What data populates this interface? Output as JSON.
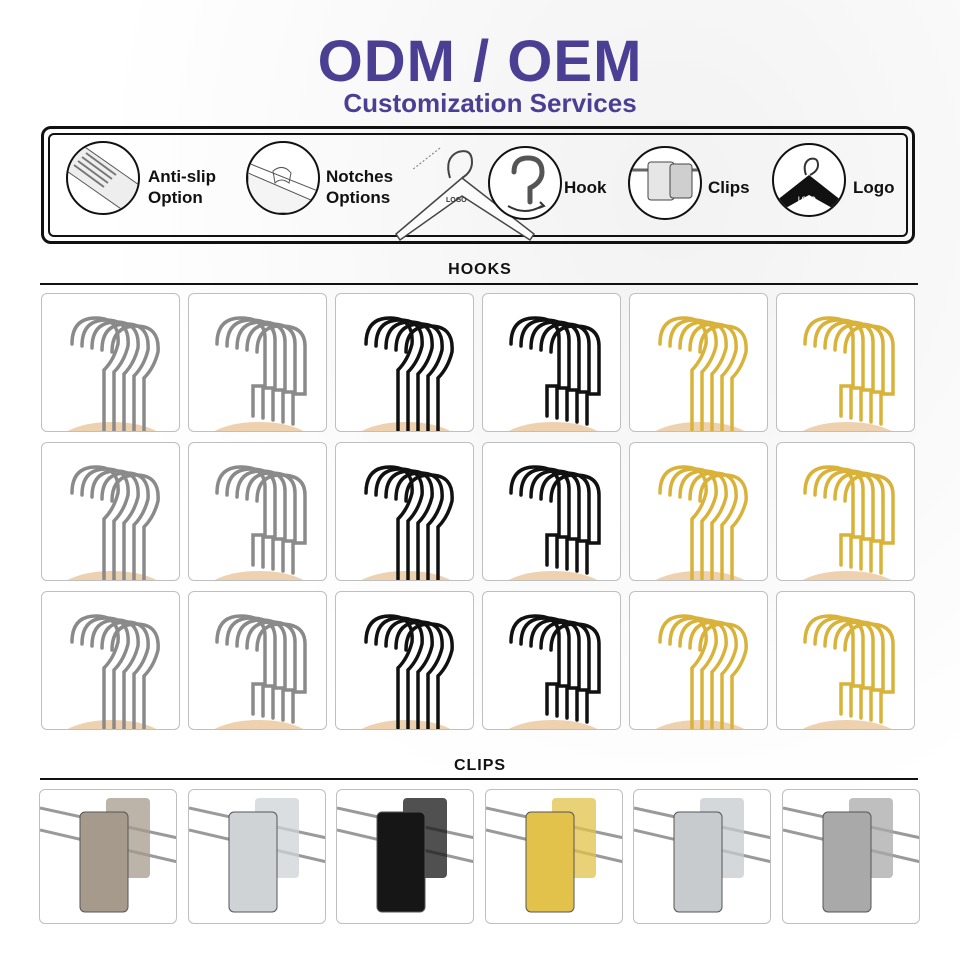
{
  "header": {
    "title": "ODM / OEM",
    "subtitle": "Customization Services"
  },
  "options": [
    {
      "label_line1": "Anti-slip",
      "label_line2": "Option",
      "icon": "anti-slip-icon"
    },
    {
      "label_line1": "Notches",
      "label_line2": "Options",
      "icon": "notches-icon"
    },
    {
      "label": "Hook",
      "icon": "hook-icon"
    },
    {
      "label": "Clips",
      "icon": "clip-icon"
    },
    {
      "label": "Logo",
      "icon": "logo-hanger-icon"
    }
  ],
  "hanger_logo_text": "LOGO",
  "sections": {
    "hooks": "HOOKS",
    "clips": "CLIPS"
  },
  "colors": {
    "accent": "#4b3f94",
    "chrome": "#8a8a8a",
    "black": "#111111",
    "gold": "#d9b23a",
    "wood": "#eed2b0"
  },
  "hooks_grid": [
    [
      "chrome",
      "chrome-flat",
      "black",
      "black-flat",
      "gold",
      "gold-flat"
    ],
    [
      "chrome",
      "chrome-flat",
      "black",
      "black-flat",
      "gold",
      "gold-flat"
    ],
    [
      "chrome",
      "chrome-flat",
      "black",
      "black-flat",
      "gold",
      "gold-flat"
    ]
  ],
  "clips_row": [
    "nickel",
    "chrome",
    "black",
    "gold",
    "chrome-round",
    "steel"
  ]
}
